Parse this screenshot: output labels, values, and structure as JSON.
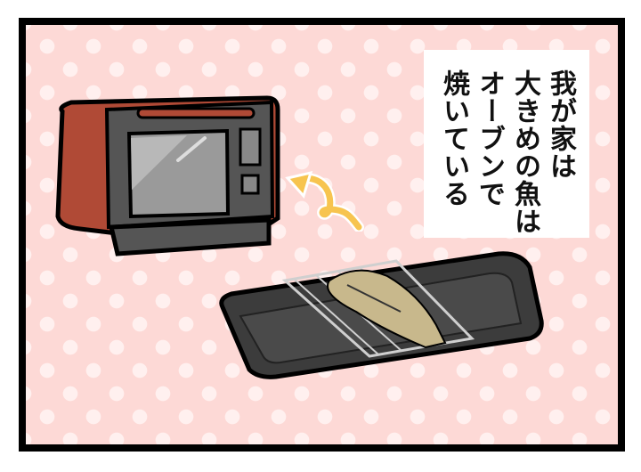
{
  "panel": {
    "background": "#fdd9d6",
    "dot_color": "#fff0ef",
    "border_color": "#000000"
  },
  "caption": {
    "lines": [
      "我が家は",
      "大きめの魚は",
      "オーブンで",
      "焼いている"
    ]
  },
  "illustration": {
    "oven": {
      "body_color": "#b04a36",
      "panel_color": "#555555",
      "window_color": "#9a9a9a"
    },
    "arrow": {
      "color": "#f7c44f",
      "direction": "up-left"
    },
    "tray": {
      "color": "#3c3c3c",
      "item": "grilled fish on wire rack",
      "fish_color": "#c8b88c"
    }
  }
}
